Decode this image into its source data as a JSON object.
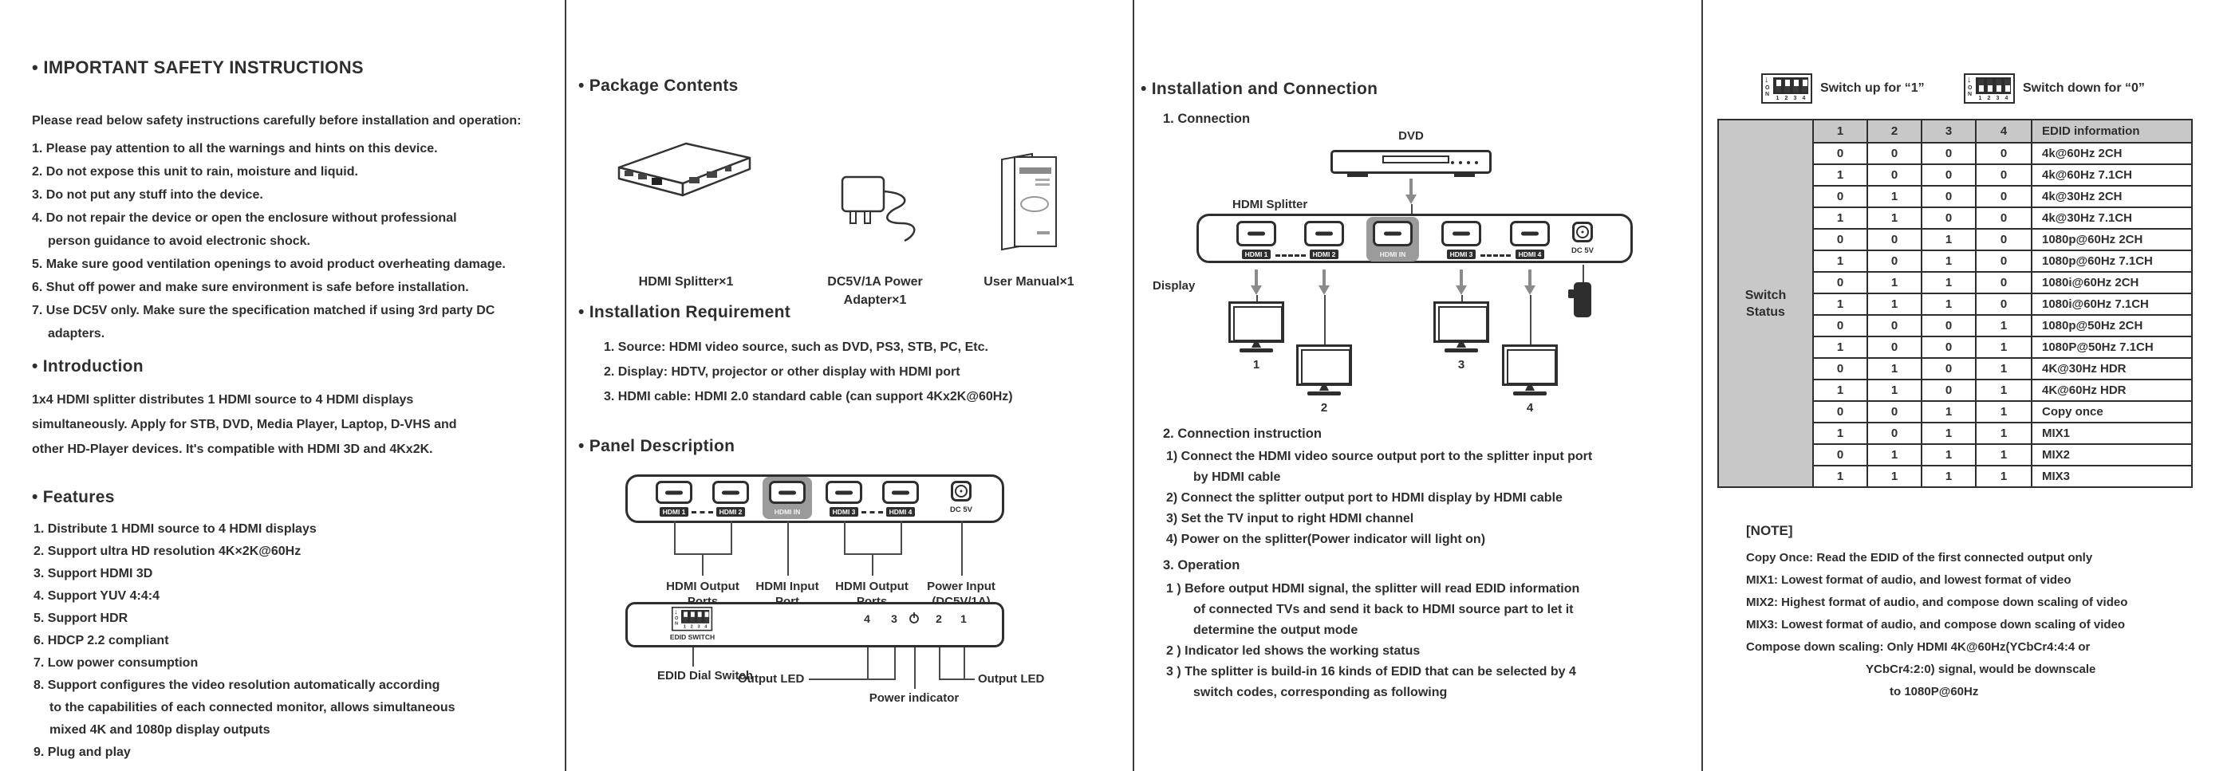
{
  "c1": {
    "safety": {
      "title": "• IMPORTANT SAFETY INSTRUCTIONS",
      "intro": "Please read below safety instructions carefully before installation and operation:",
      "items": [
        "1. Please pay attention to all the warnings and hints on this device.",
        "2. Do not expose this unit to rain, moisture and liquid.",
        "3. Do not put any stuff into the device.",
        "4. Do not repair the device or open the enclosure without professional\nperson guidance to avoid  electronic shock.",
        "5. Make sure good ventilation openings to avoid product overheating damage.",
        "6. Shut off power and make sure environment is safe before installation.",
        "7. Use DC5V only. Make sure the specification matched if using 3rd party DC\nadapters."
      ]
    },
    "introduction": {
      "title": "• Introduction",
      "body": "1x4 HDMI splitter distributes 1 HDMI source to 4 HDMI displays\nsimultaneously. Apply for STB, DVD, Media Player, Laptop, D-VHS and\nother HD-Player devices. It's compatible with HDMI 3D and 4Kx2K."
    },
    "features": {
      "title": "• Features",
      "items": [
        "1. Distribute 1 HDMI source to 4 HDMI displays",
        "2. Support ultra HD resolution 4K×2K@60Hz",
        "3. Support HDMI 3D",
        "4. Support YUV 4:4:4",
        "5. Support HDR",
        "6. HDCP 2.2 compliant",
        "7. Low power consumption",
        "8. Support configures the video resolution automatically according\nto the capabilities of each connected monitor, allows simultaneous\nmixed 4K and 1080p display outputs",
        "9. Plug and play"
      ]
    }
  },
  "c2": {
    "package": {
      "title": "• Package Contents",
      "captions": [
        "HDMI Splitter×1",
        "DC5V/1A Power\nAdapter×1",
        "User Manual×1"
      ]
    },
    "install": {
      "title": "• Installation Requirement",
      "items": [
        "1.  Source: HDMI video source, such as DVD, PS3, STB, PC, Etc.",
        "2.  Display: HDTV, projector or other display with HDMI port",
        "3.  HDMI cable: HDMI 2.0 standard cable (can support 4Kx2K@60Hz)"
      ]
    },
    "panel": {
      "title": "• Panel Description",
      "ports": [
        "HDMI 1",
        "HDMI 2",
        "HDMI IN",
        "HDMI 3",
        "HDMI 4"
      ],
      "dc_label": "DC 5V",
      "labels": [
        "HDMI Output\nPorts",
        "HDMI Input\nPort",
        "HDMI Output\nPorts",
        "Power Input\n(DC5V/1A)"
      ],
      "edid_switch": "EDID SWITCH",
      "leds": [
        "4",
        "3",
        "2",
        "1"
      ],
      "bottom_labels": [
        "EDID Dial Switch",
        "Output LED",
        "Power indicator",
        "Output LED"
      ]
    }
  },
  "c3": {
    "title": "• Installation and Connection",
    "connection": {
      "heading": "1. Connection",
      "dvd": "DVD",
      "splitter": "HDMI Splitter",
      "display": "Display",
      "ports": [
        "HDMI 1",
        "HDMI 2",
        "HDMI IN",
        "HDMI 3",
        "HDMI 4"
      ],
      "dc_label": "DC 5V",
      "monitors": [
        "1",
        "2",
        "3",
        "4"
      ]
    },
    "instruction": {
      "heading": "2. Connection instruction",
      "items": [
        "1)  Connect the HDMI video source output port to the splitter input port\nby HDMI cable",
        "2)  Connect the splitter output port to HDMI display by HDMI cable",
        "3)  Set the TV input to right HDMI channel",
        "4)  Power on the splitter(Power indicator will light on)"
      ]
    },
    "operation": {
      "heading": "3. Operation",
      "items": [
        "1 )  Before output HDMI signal, the splitter will read EDID information\nof connected TVs and send it back to HDMI source part to let it\ndetermine the output mode",
        "2 )  Indicator led shows the working status",
        "3 )  The splitter is build-in 16 kinds of EDID that can be selected by 4\nswitch codes, corresponding as following"
      ]
    }
  },
  "c4": {
    "switch_up": "Switch up for  “1”",
    "switch_down": "Switch down for  “0”",
    "dip": {
      "arrow": "↓",
      "on": "ON",
      "nums": [
        "1",
        "2",
        "3",
        "4"
      ]
    },
    "table": {
      "row_label": "Switch\nStatus",
      "headers": [
        "1",
        "2",
        "3",
        "4",
        "EDID information"
      ],
      "rows": [
        [
          "0",
          "0",
          "0",
          "0",
          "4k@60Hz 2CH"
        ],
        [
          "1",
          "0",
          "0",
          "0",
          "4k@60Hz 7.1CH"
        ],
        [
          "0",
          "1",
          "0",
          "0",
          "4k@30Hz 2CH"
        ],
        [
          "1",
          "1",
          "0",
          "0",
          "4k@30Hz 7.1CH"
        ],
        [
          "0",
          "0",
          "1",
          "0",
          "1080p@60Hz 2CH"
        ],
        [
          "1",
          "0",
          "1",
          "0",
          "1080p@60Hz 7.1CH"
        ],
        [
          "0",
          "1",
          "1",
          "0",
          "1080i@60Hz 2CH"
        ],
        [
          "1",
          "1",
          "1",
          "0",
          "1080i@60Hz 7.1CH"
        ],
        [
          "0",
          "0",
          "0",
          "1",
          "1080p@50Hz 2CH"
        ],
        [
          "1",
          "0",
          "0",
          "1",
          "1080P@50Hz 7.1CH"
        ],
        [
          "0",
          "1",
          "0",
          "1",
          "4K@30Hz HDR"
        ],
        [
          "1",
          "1",
          "0",
          "1",
          "4K@60Hz HDR"
        ],
        [
          "0",
          "0",
          "1",
          "1",
          "Copy once"
        ],
        [
          "1",
          "0",
          "1",
          "1",
          "MIX1"
        ],
        [
          "0",
          "1",
          "1",
          "1",
          "MIX2"
        ],
        [
          "1",
          "1",
          "1",
          "1",
          "MIX3"
        ]
      ]
    },
    "note": {
      "heading": "[NOTE]",
      "lines": [
        "Copy Once:  Read the EDID of the first connected output only",
        "MIX1:  Lowest format of audio, and lowest format of video",
        "MIX2:  Highest format of audio, and compose down scaling of video",
        "MIX3:  Lowest format of audio, and compose down scaling of video",
        "Compose down scaling: Only HDMI 4K@60Hz(YCbCr4:4:4 or",
        "YCbCr4:2:0) signal, would be downscale",
        "to 1080P@60Hz"
      ]
    }
  }
}
